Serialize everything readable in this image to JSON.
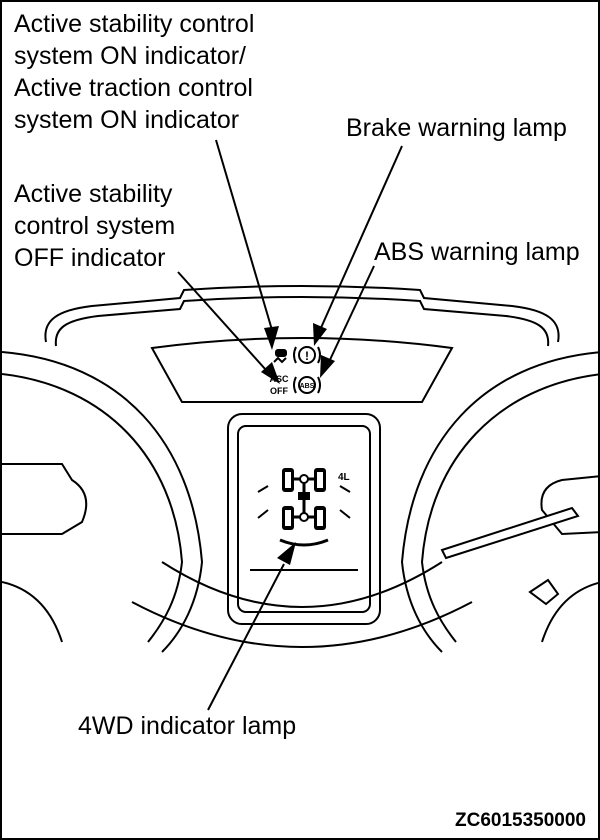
{
  "labels": {
    "asc_on": "Active stability control\nsystem ON indicator/\nActive traction control\nsystem ON indicator",
    "brake": "Brake warning lamp",
    "asc_off": "Active stability\ncontrol system\nOFF indicator",
    "abs": "ABS warning lamp",
    "fourwd": "4WD indicator lamp"
  },
  "cluster": {
    "asc_off_top": "ASC",
    "asc_off_bottom": "OFF",
    "abs_text": "ABS",
    "brake_symbol": "!",
    "fourwd_mode": "4L"
  },
  "figure_code": "ZC6015350000"
}
